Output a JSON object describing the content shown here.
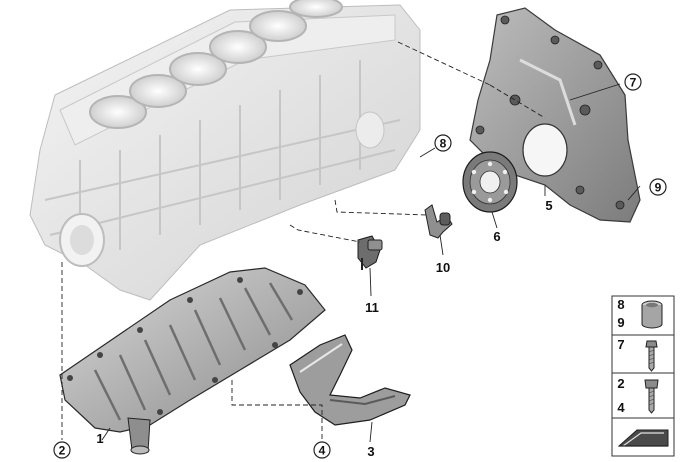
{
  "callouts": {
    "c1": "1",
    "c2": "2",
    "c3": "3",
    "c4": "4",
    "c5": "5",
    "c6": "6",
    "c7": "7",
    "c8": "8",
    "c9": "9",
    "c10": "10",
    "c11": "11"
  },
  "legend": {
    "row1_top": "8",
    "row1_bottom": "9",
    "row2": "7",
    "row3_top": "2",
    "row3_bottom": "4"
  },
  "colors": {
    "part_light": "#e8e8e8",
    "part_mid": "#c9c9c9",
    "part_dark": "#8d8d8d",
    "outline": "#1a1a1a",
    "leader": "#222222"
  }
}
